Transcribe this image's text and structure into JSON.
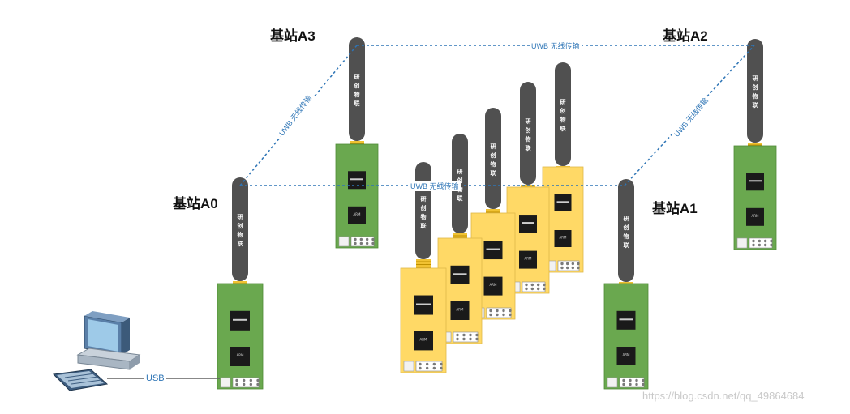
{
  "anchors": {
    "a0": "基站A0",
    "a1": "基站A1",
    "a2": "基站A2",
    "a3": "基站A3"
  },
  "links": {
    "top": "UWB 无线传输",
    "middle": "UWB 无线传输",
    "left": "UWB 无线传输",
    "right": "UWB 无线传输"
  },
  "usb_label": "USB",
  "antenna_brand": [
    "研",
    "创",
    "物",
    "联"
  ],
  "chip_label": "ARM",
  "watermark": "https://blog.csdn.net/qq_49864684",
  "colors": {
    "anchor_board": "#6aa84f",
    "tag_board": "#ffd966",
    "antenna": "#505050",
    "connector": "#f1c232",
    "link_line": "#2e75b6"
  }
}
